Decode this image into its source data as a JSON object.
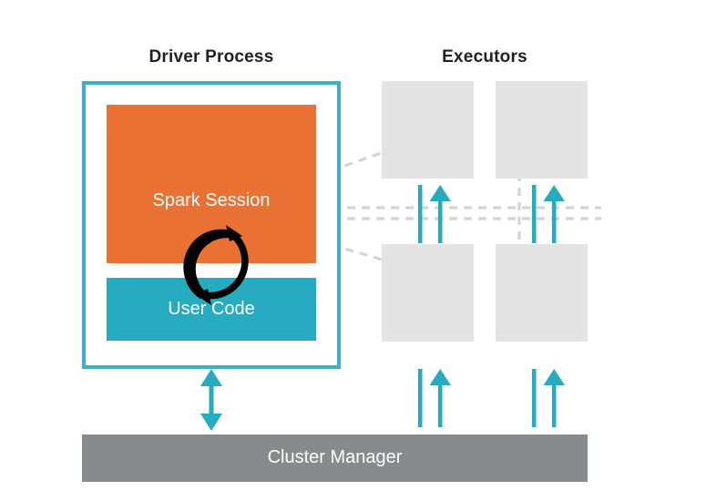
{
  "diagram": {
    "title": "Spark Driver / Executors / Cluster Manager architecture",
    "headings": {
      "driver": "Driver Process",
      "executors": "Executors"
    },
    "driver": {
      "spark_session_label": "Spark Session",
      "user_code_label": "User Code",
      "border_color": "#3fb0c4",
      "spark_session_color": "#ea7134",
      "user_code_color": "#27abc0",
      "loop_icon": "circular-cycle-arrow"
    },
    "executors": {
      "count": 4,
      "fill_color": "#e4e4e5",
      "items": [
        {
          "name": "executor-1"
        },
        {
          "name": "executor-2"
        },
        {
          "name": "executor-3"
        },
        {
          "name": "executor-4"
        }
      ]
    },
    "cluster_manager": {
      "label": "Cluster Manager",
      "fill_color": "#888a8c",
      "text_color": "#ffffff"
    },
    "connectors": {
      "dashed_color": "#d4d4d4",
      "arrow_color": "#27abc0",
      "driver_to_cluster_icon": "double-headed-vertical-arrow",
      "executor_arrow_icon": "up-arrow-with-bar",
      "dashed_fan_description": "dashed lines fanning from Spark Session to each executor"
    },
    "colors": {
      "orange": "#ea7134",
      "teal": "#27abc0",
      "border_teal": "#3fb0c4",
      "gray_executor": "#e4e4e5",
      "gray_cluster": "#888a8c",
      "text_dark": "#231f20",
      "white": "#ffffff"
    }
  }
}
